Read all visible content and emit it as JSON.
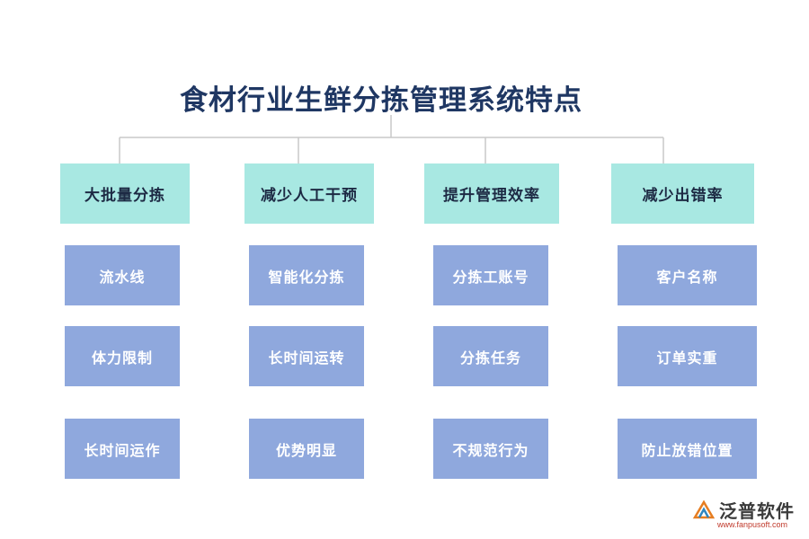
{
  "title": "食材行业生鲜分拣管理系统特点",
  "columns": [
    {
      "heading": "大批量分拣",
      "items": [
        "流水线",
        "体力限制",
        "长时间运作"
      ]
    },
    {
      "heading": "减少人工干预",
      "items": [
        "智能化分拣",
        "长时间运转",
        "优势明显"
      ]
    },
    {
      "heading": "提升管理效率",
      "items": [
        "分拣工账号",
        "分拣任务",
        "不规范行为"
      ]
    },
    {
      "heading": "减少出错率",
      "items": [
        "客户名称",
        "订单实重",
        "防止放错位置"
      ]
    }
  ],
  "logo": {
    "name": "泛普软件",
    "url": "www.fanpusoft.com"
  },
  "colors": {
    "title": "#1f3763",
    "heading_bg": "#a8e8e2",
    "item_bg": "#8fa8dd",
    "connector": "#c8c8c8"
  }
}
